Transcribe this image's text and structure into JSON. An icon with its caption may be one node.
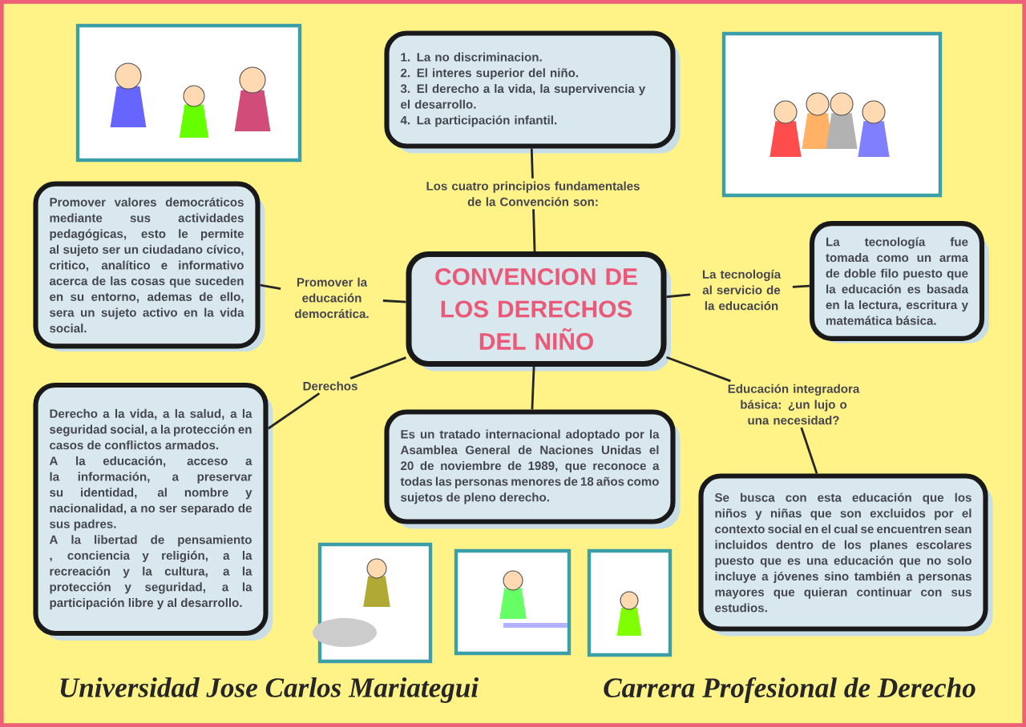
{
  "diagram": {
    "nodes": [
      {
        "text": [
          "CONVENCION DE LOS DERECHOS DEL NIÑO"
        ]
      },
      {
        "text": [
          "Los cuatro principios fundamentales de la Convención son:"
        ]
      },
      {
        "text": [
          "1. La no discriminacion.",
          "2. El interes superior del niño.",
          "3. El derecho a la vida, la supervivencia y el desarrollo.",
          "4. La participación infantil."
        ]
      },
      {
        "text": [
          "Promover la educación democrática."
        ]
      },
      {
        "text": [
          "Promover valores democráticos mediante sus actividades pedagógicas, esto le permite al sujeto ser un ciudadano cívico, critico, analítico e informativo acerca de las cosas que suceden en su entorno, ademas de ello, sera un sujeto activo en la vida social."
        ]
      },
      {
        "text": [
          "La tecnología al servicio de la educación"
        ]
      },
      {
        "text": [
          "La tecnología fue tomada como un arma de doble filo puesto que la educación es basada en la lectura, escritura y matemática básica."
        ]
      },
      {
        "text": [
          "Derechos"
        ]
      },
      {
        "text": [
          "Derecho a la vida, a la salud, a la seguridad social, a la protección en casos de conflictos armados.",
          "A la educación, acceso a la información, a preservar su identidad, al nombre y nacionalidad, a no ser separado de sus padres.",
          "A la libertad de pensamiento , conciencia y religión, a la recreación y la cultura, a la protección y seguridad, a la participación libre y al desarrollo."
        ]
      },
      {
        "text": [
          "Es un tratado internacional adoptado por la Asamblea General de Naciones Unidas el 20 de noviembre de 1989, que reconoce a todas las personas menores de 18 años como sujetos de pleno derecho."
        ]
      },
      {
        "text": [
          "Educación integradora básica: ¿un lujo o una necesidad?"
        ]
      },
      {
        "text": [
          "Se busca con esta educación que los niños y niñas que son excluidos por el contexto social en el cual se encuentren sean incluidos dentro de los planes escolares puesto que es una educación que no solo incluye a jóvenes sino también a personas mayores que quieran continuar con sus estudios."
        ]
      }
    ],
    "edges": [
      {
        "from": 0,
        "to": 1,
        "arrow": "none"
      },
      {
        "from": 1,
        "to": 2,
        "arrow": "none"
      },
      {
        "from": 0,
        "to": 3,
        "arrow": "none"
      },
      {
        "from": 3,
        "to": 4,
        "arrow": "none"
      },
      {
        "from": 0,
        "to": 5,
        "arrow": "none"
      },
      {
        "from": 5,
        "to": 6,
        "arrow": "none"
      },
      {
        "from": 0,
        "to": 7,
        "arrow": "none"
      },
      {
        "from": 7,
        "to": 8,
        "arrow": "none"
      },
      {
        "from": 0,
        "to": 9,
        "arrow": "none"
      },
      {
        "from": 0,
        "to": 10,
        "arrow": "none"
      },
      {
        "from": 10,
        "to": 11,
        "arrow": "none"
      }
    ],
    "labels": [
      "Universidad Jose Carlos Mariategui",
      "Carrera Profesional de Derecho"
    ]
  }
}
